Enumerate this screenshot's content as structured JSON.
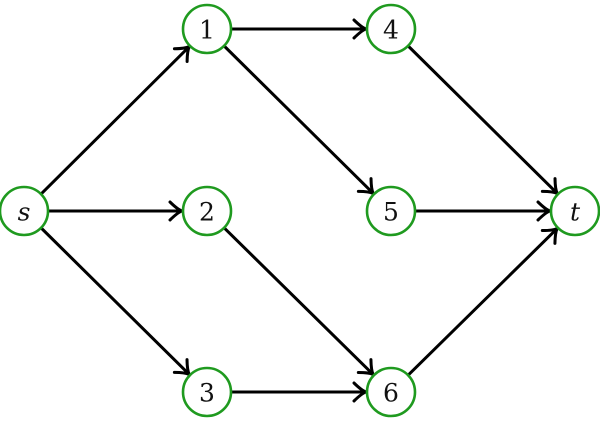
{
  "diagram": {
    "type": "directed-graph",
    "node_color": "#1f9a1f",
    "edge_color": "#000000",
    "nodes": [
      {
        "id": "s",
        "label": "s",
        "italic": true
      },
      {
        "id": "1",
        "label": "1",
        "italic": false
      },
      {
        "id": "2",
        "label": "2",
        "italic": false
      },
      {
        "id": "3",
        "label": "3",
        "italic": false
      },
      {
        "id": "4",
        "label": "4",
        "italic": false
      },
      {
        "id": "5",
        "label": "5",
        "italic": false
      },
      {
        "id": "6",
        "label": "6",
        "italic": false
      },
      {
        "id": "t",
        "label": "t",
        "italic": true
      }
    ],
    "edges": [
      {
        "from": "s",
        "to": "1"
      },
      {
        "from": "s",
        "to": "2"
      },
      {
        "from": "s",
        "to": "3"
      },
      {
        "from": "1",
        "to": "4"
      },
      {
        "from": "1",
        "to": "5"
      },
      {
        "from": "2",
        "to": "6"
      },
      {
        "from": "3",
        "to": "6"
      },
      {
        "from": "4",
        "to": "t"
      },
      {
        "from": "5",
        "to": "t"
      },
      {
        "from": "6",
        "to": "t"
      }
    ]
  }
}
